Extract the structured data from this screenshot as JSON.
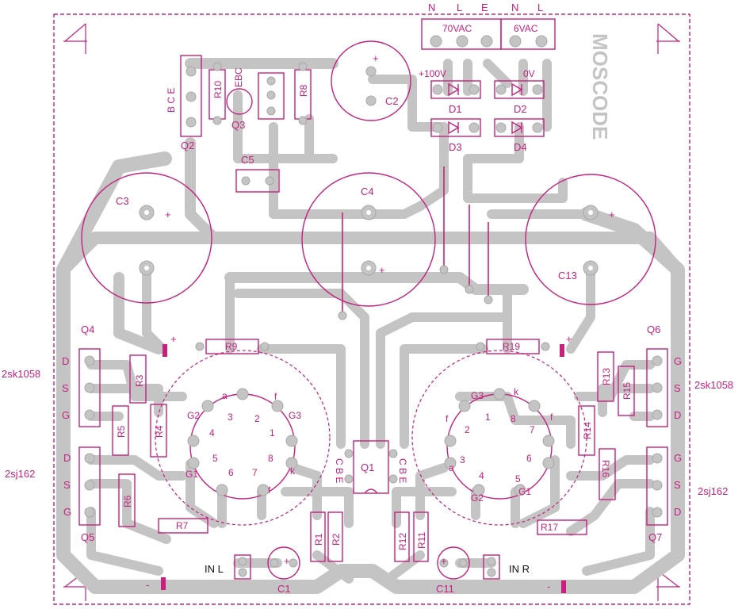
{
  "board": {
    "logo": "MOSCODE",
    "mains_labels": [
      "N",
      "L",
      "E",
      "N",
      "L"
    ],
    "conn_70vac": "70VAC",
    "conn_6vac": "6VAC",
    "v_plus100": "+100V",
    "v_0": "0V",
    "plus": "+",
    "minus": "-"
  },
  "components": {
    "c2": "C2",
    "c3": "C3",
    "c4": "C4",
    "c5": "C5",
    "c13": "C13",
    "c1": "C1",
    "c11": "C11",
    "d1": "D1",
    "d2": "D2",
    "d3": "D3",
    "d4": "D4",
    "q1": "Q1",
    "q2": "Q2",
    "q3": "Q3",
    "q4": "Q4",
    "q5": "Q5",
    "q6": "Q6",
    "q7": "Q7",
    "r1": "R1",
    "r2": "R2",
    "r3": "R3",
    "r4": "R4",
    "r5": "R5",
    "r6": "R6",
    "r7": "R7",
    "r8": "R8",
    "r9": "R9",
    "r10": "R10",
    "r11": "R11",
    "r12": "R12",
    "r13": "R13",
    "r14": "R14",
    "r15": "R15",
    "r16": "R16",
    "r17": "R17",
    "r19": "R19"
  },
  "pins": {
    "bce": "B C E",
    "ebc": "EBC",
    "cbe": "C B E",
    "d": "D",
    "s": "S",
    "g": "G"
  },
  "parts": {
    "mosfet_n": "2sk1058",
    "mosfet_p": "2sj162"
  },
  "inputs": {
    "in_l": "IN L",
    "in_r": "IN R"
  },
  "tube_left": {
    "pins": [
      "a",
      "3",
      "2",
      "f",
      "G2",
      "4",
      "1",
      "G3",
      "5",
      "8",
      "G1",
      "6",
      "7",
      "k",
      "f"
    ]
  },
  "tube_right": {
    "pins": [
      "G3",
      "k",
      "f",
      "1",
      "8",
      "f",
      "2",
      "7",
      "a",
      "3",
      "6",
      "4",
      "5",
      "G2",
      "G1"
    ]
  }
}
